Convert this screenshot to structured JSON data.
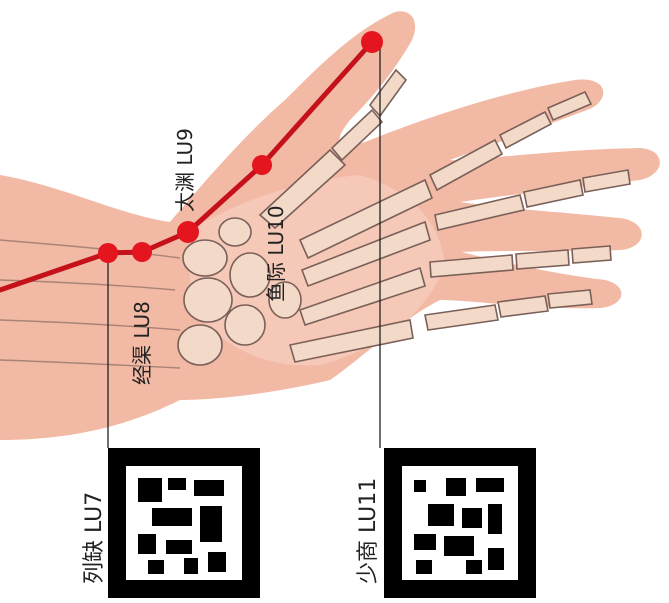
{
  "colors": {
    "skin": "#f2b9a5",
    "skin_light": "#f8d6c6",
    "bone_fill": "#f3d9c8",
    "bone_stroke": "#7a6058",
    "meridian": "#c4111a",
    "point": "#e4151f",
    "marker_border": "#000000",
    "ink": "#222222"
  },
  "points": [
    {
      "id": "LU7",
      "label": "列缺 LU7"
    },
    {
      "id": "LU8",
      "label": "经渠 LU8"
    },
    {
      "id": "LU9",
      "label": "太渊 LU9"
    },
    {
      "id": "LU10",
      "label": "鱼际 LU10"
    },
    {
      "id": "LU11",
      "label": "少商 LU11"
    }
  ],
  "markers": [
    {
      "name": "fiducial-marker-left",
      "pattern": "qr-like"
    },
    {
      "name": "fiducial-marker-right",
      "pattern": "qr-like"
    }
  ]
}
